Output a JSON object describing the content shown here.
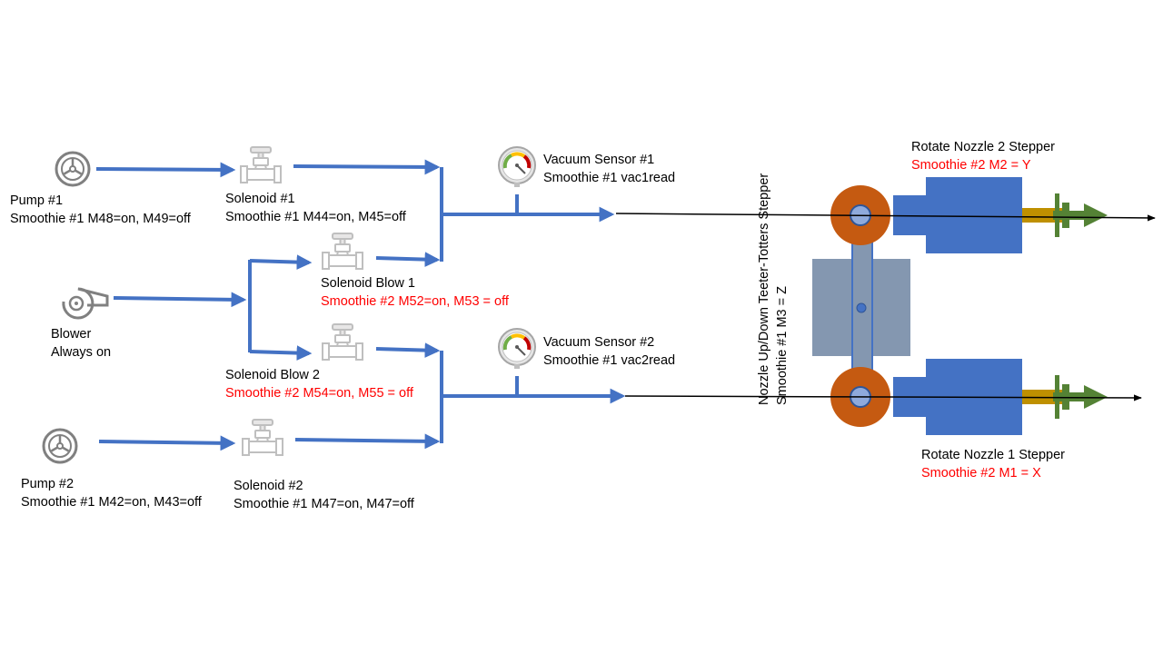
{
  "colors": {
    "pipe": "#4472c4",
    "valve": "#bfbfbf",
    "pump": "#808080",
    "nozzle": "#c55a11",
    "stepper": "#4472c4",
    "shaft": "#bf9000",
    "tip": "#548235",
    "teeter": "#8497b0",
    "annotation_red": "#ff0000"
  },
  "icons": [
    "pump-icon",
    "blower-icon",
    "solenoid-valve-icon",
    "vacuum-gauge-icon",
    "nozzle-assembly"
  ],
  "pump1": {
    "title": "Pump #1",
    "cmd": "Smoothie #1 M48=on, M49=off"
  },
  "pump2": {
    "title": "Pump #2",
    "cmd": "Smoothie #1 M42=on, M43=off"
  },
  "blower": {
    "title": "Blower",
    "status": "Always on"
  },
  "solenoid1": {
    "title": "Solenoid #1",
    "cmd": "Smoothie #1 M44=on, M45=off"
  },
  "solenoid2": {
    "title": "Solenoid #2",
    "cmd": "Smoothie #1 M47=on, M47=off"
  },
  "blow1": {
    "title": "Solenoid Blow 1",
    "cmd": "Smoothie #2  M52=on, M53 = off"
  },
  "blow2": {
    "title": "Solenoid Blow 2",
    "cmd": "Smoothie #2 M54=on, M55 = off"
  },
  "vac1": {
    "title": "Vacuum Sensor #1",
    "cmd": "Smoothie #1 vac1read"
  },
  "vac2": {
    "title": "Vacuum Sensor #2",
    "cmd": "Smoothie #1 vac2read"
  },
  "teeter": {
    "title": "Nozzle Up/Down Teeter-Totters Stepper",
    "cmd": "Smoothie #1 M3 = Z"
  },
  "rotate2": {
    "title": "Rotate Nozzle 2 Stepper",
    "cmd": "Smoothie #2 M2 = Y"
  },
  "rotate1": {
    "title": "Rotate Nozzle 1 Stepper",
    "cmd": "Smoothie #2 M1 = X"
  }
}
